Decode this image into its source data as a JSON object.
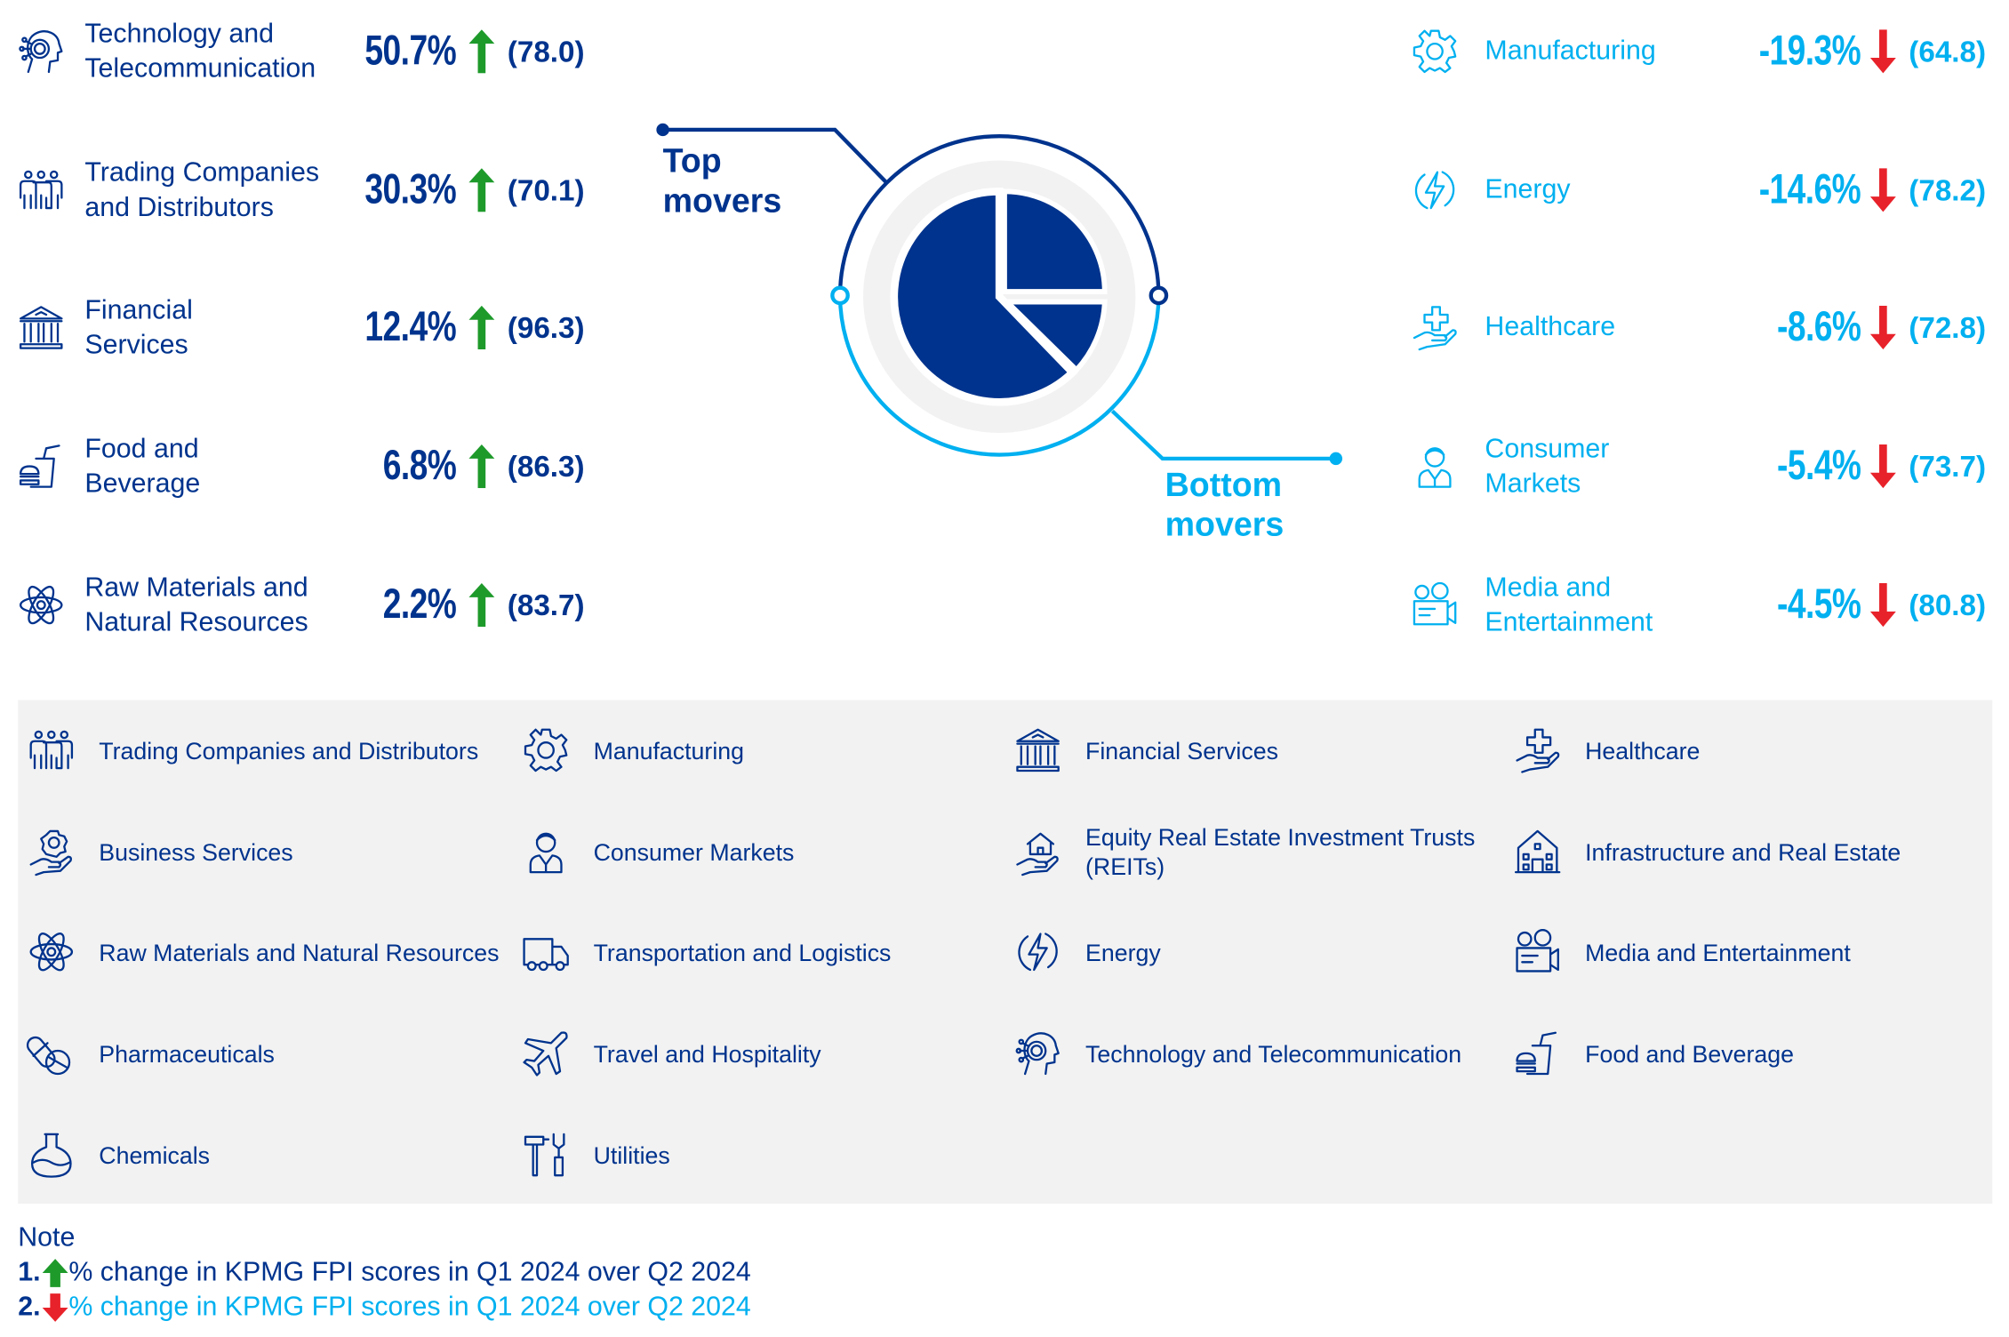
{
  "colors": {
    "navy": "#00338D",
    "light_blue": "#00B0F0",
    "up": "#1E9A2B",
    "down": "#E8222A",
    "panel": "#F2F2F2"
  },
  "center": {
    "top_label": [
      "Top",
      "movers"
    ],
    "bottom_label": [
      "Bottom",
      "movers"
    ]
  },
  "top_movers": [
    {
      "label": [
        "Technology and",
        "Telecommunication"
      ],
      "change": "50.7%",
      "score": "(78.0)",
      "icon": "technology-icon",
      "direction": "up"
    },
    {
      "label": [
        "Trading Companies",
        "and Distributors"
      ],
      "change": "30.3%",
      "score": "(70.1)",
      "icon": "people-group-icon",
      "direction": "up"
    },
    {
      "label": [
        "Financial",
        "Services"
      ],
      "change": "12.4%",
      "score": "(96.3)",
      "icon": "bank-icon",
      "direction": "up"
    },
    {
      "label": [
        "Food and",
        "Beverage"
      ],
      "change": "6.8%",
      "score": "(86.3)",
      "icon": "food-icon",
      "direction": "up"
    },
    {
      "label": [
        "Raw Materials and",
        "Natural Resources"
      ],
      "change": "2.2%",
      "score": "(83.7)",
      "icon": "atom-icon",
      "direction": "up"
    }
  ],
  "bottom_movers": [
    {
      "label": [
        "Manufacturing",
        ""
      ],
      "change": "-19.3%",
      "score": "(64.8)",
      "icon": "gear-icon",
      "direction": "down"
    },
    {
      "label": [
        "Energy",
        ""
      ],
      "change": "-14.6%",
      "score": "(78.2)",
      "icon": "energy-icon",
      "direction": "down"
    },
    {
      "label": [
        "Healthcare",
        ""
      ],
      "change": "-8.6%",
      "score": "(72.8)",
      "icon": "healthcare-icon",
      "direction": "down"
    },
    {
      "label": [
        "Consumer",
        "Markets"
      ],
      "change": "-5.4%",
      "score": "(73.7)",
      "icon": "consumer-icon",
      "direction": "down"
    },
    {
      "label": [
        "Media and",
        "Entertainment"
      ],
      "change": "-4.5%",
      "score": "(80.8)",
      "icon": "media-icon",
      "direction": "down"
    }
  ],
  "legend": [
    {
      "label": "Trading Companies and Distributors",
      "icon": "people-group-icon"
    },
    {
      "label": "Manufacturing",
      "icon": "gear-icon"
    },
    {
      "label": "Financial Services",
      "icon": "bank-icon"
    },
    {
      "label": "Healthcare",
      "icon": "healthcare-icon"
    },
    {
      "label": "Business Services",
      "icon": "business-icon"
    },
    {
      "label": "Consumer Markets",
      "icon": "consumer-icon"
    },
    {
      "label": "Equity Real Estate Investment Trusts (REITs)",
      "icon": "house-hand-icon"
    },
    {
      "label": "Infrastructure and Real Estate",
      "icon": "building-icon"
    },
    {
      "label": "Raw Materials and Natural Resources",
      "icon": "atom-icon"
    },
    {
      "label": "Transportation and Logistics",
      "icon": "truck-icon"
    },
    {
      "label": "Energy",
      "icon": "energy-icon"
    },
    {
      "label": "Media and Entertainment",
      "icon": "media-icon"
    },
    {
      "label": "Pharmaceuticals",
      "icon": "pill-icon"
    },
    {
      "label": "Travel and Hospitality",
      "icon": "plane-icon"
    },
    {
      "label": "Technology and Telecommunication",
      "icon": "technology-icon"
    },
    {
      "label": "Food and Beverage",
      "icon": "food-icon"
    },
    {
      "label": "Chemicals",
      "icon": "flask-icon"
    },
    {
      "label": "Utilities",
      "icon": "tools-icon"
    }
  ],
  "note": {
    "title": "Note",
    "items": [
      {
        "num": "1.",
        "text": "% change in KPMG FPI scores in Q1 2024 over Q2 2024",
        "direction": "up"
      },
      {
        "num": "2.",
        "text": "% change in KPMG FPI scores in Q1 2024 over Q2 2024",
        "direction": "down"
      }
    ]
  }
}
